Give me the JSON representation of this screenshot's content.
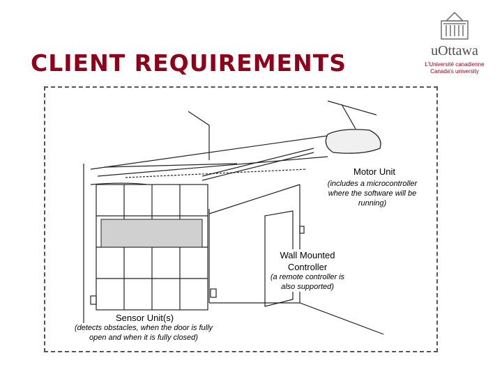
{
  "header": {
    "title": "CLIENT REQUIREMENTS"
  },
  "logo": {
    "wordmark": "uOttawa",
    "tagline_1": "L'Université canadienne",
    "tagline_2": "Canada's university"
  },
  "callouts": {
    "motor": {
      "title": "Motor Unit",
      "detail": "(includes a microcontroller where the software will be running)"
    },
    "wall": {
      "title": "Wall Mounted Controller",
      "detail": "(a remote controller is also supported)"
    },
    "sensor": {
      "title": "Sensor Unit(s)",
      "detail": "(detects obstacles, when the door is fully open and when it is fully closed)"
    }
  },
  "colors": {
    "accent": "#8f001a",
    "frame": "#555555"
  }
}
